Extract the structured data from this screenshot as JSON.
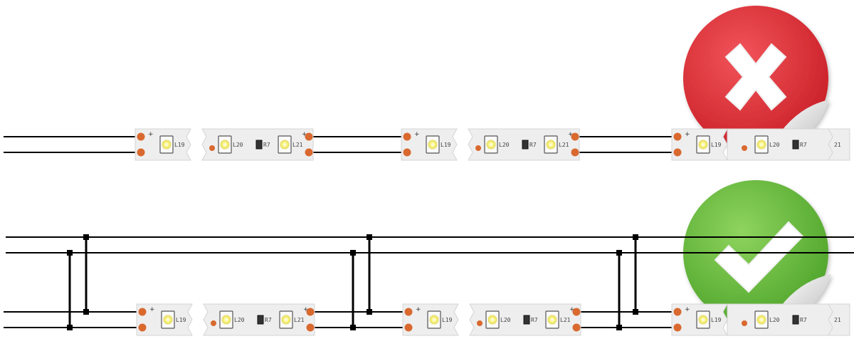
{
  "colors": {
    "wire": "#000000",
    "strip_body": "#eeeeee",
    "strip_edge": "#d4d4d4",
    "pad": "#d9692f",
    "led_glow": "#f5f58a",
    "wrong_badge": "#e2353c",
    "right_badge": "#62bb3c"
  },
  "icons": {
    "wrong": "x-mark-sticker-icon",
    "right": "checkmark-sticker-icon"
  },
  "labels": {
    "pad_plus": "+",
    "pad_minus": "-",
    "led_a": "L19",
    "led_b": "L20",
    "led_c": "L21",
    "resistor": "R7",
    "cut_led": "21"
  },
  "diagram": {
    "panels": [
      {
        "name": "serial-wiring",
        "verdict": "wrong",
        "segments": 3
      },
      {
        "name": "parallel-wiring",
        "verdict": "right",
        "segments": 3
      }
    ]
  }
}
